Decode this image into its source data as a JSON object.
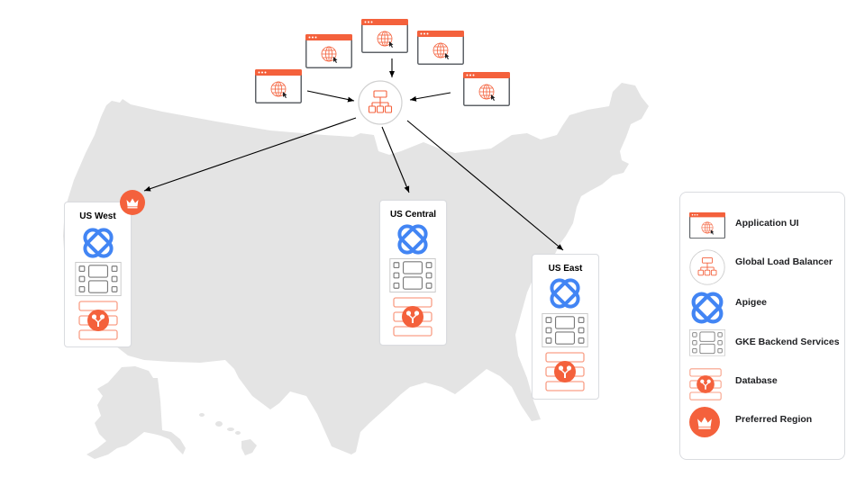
{
  "diagram": {
    "title": "Multi-region Apigee deployment",
    "colors": {
      "accent": "#f4613c",
      "accent_light": "#f99f86",
      "apigee_blue": "#4285f4",
      "gke_gray": "#7a7a7a",
      "map_fill": "#e4e4e4",
      "arrow": "#000000"
    },
    "clients": [
      {
        "icon": "application-ui-icon"
      },
      {
        "icon": "application-ui-icon"
      },
      {
        "icon": "application-ui-icon"
      },
      {
        "icon": "application-ui-icon"
      },
      {
        "icon": "application-ui-icon"
      }
    ],
    "load_balancer": {
      "icon": "global-load-balancer-icon"
    },
    "regions": [
      {
        "name": "US West",
        "preferred": true,
        "components": [
          "apigee",
          "gke",
          "database"
        ]
      },
      {
        "name": "US Central",
        "preferred": false,
        "components": [
          "apigee",
          "gke",
          "database"
        ]
      },
      {
        "name": "US East",
        "preferred": false,
        "components": [
          "apigee",
          "gke",
          "database"
        ]
      }
    ],
    "legend": {
      "items": [
        {
          "label": "Application UI",
          "icon": "application-ui-icon"
        },
        {
          "label": "Global Load Balancer",
          "icon": "global-load-balancer-icon"
        },
        {
          "label": "Apigee",
          "icon": "apigee-icon"
        },
        {
          "label": "GKE Backend Services",
          "icon": "gke-icon"
        },
        {
          "label": "Database",
          "icon": "database-icon"
        },
        {
          "label": "Preferred Region",
          "icon": "crown-icon"
        }
      ]
    }
  }
}
